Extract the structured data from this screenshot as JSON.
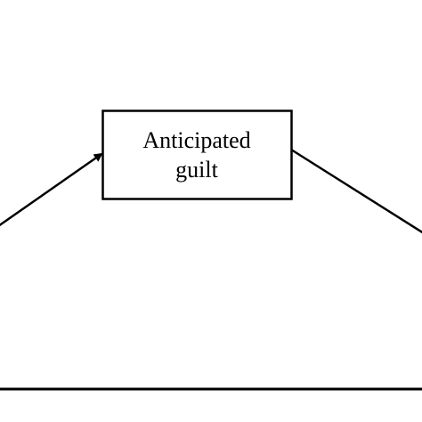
{
  "diagram": {
    "nodes": [
      {
        "id": "anticipated-guilt",
        "label_lines": [
          "Anticipated",
          "guilt"
        ]
      }
    ],
    "edges": [
      {
        "from": "offscreen-left",
        "to": "anticipated-guilt",
        "arrowhead": true
      },
      {
        "from": "anticipated-guilt",
        "to": "offscreen-right",
        "arrowhead": false
      },
      {
        "from": "offscreen-left",
        "to": "offscreen-right",
        "arrowhead": false
      }
    ],
    "colors": {
      "stroke": "#000000",
      "background": "#ffffff"
    }
  }
}
